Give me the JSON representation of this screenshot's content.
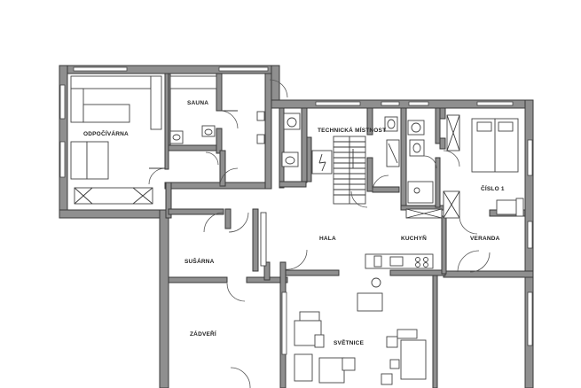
{
  "rooms": {
    "sauna": "SAUNA",
    "odpocivarna": "ODPOČÍVÁRNA",
    "technicka": "TECHNICKÁ MÍSTNOST",
    "cislo1": "ČÍSLO 1",
    "hala": "HALA",
    "kuchyn": "KUCHYŇ",
    "veranda": "VERANDA",
    "susarna": "SUŠÁRNA",
    "zadveri": "ZÁDVEŘÍ",
    "svetnice": "SVĚTNICE"
  },
  "colors": {
    "wall": "#8f8f8f",
    "line": "#3a3a3a",
    "background": "#ffffff"
  }
}
